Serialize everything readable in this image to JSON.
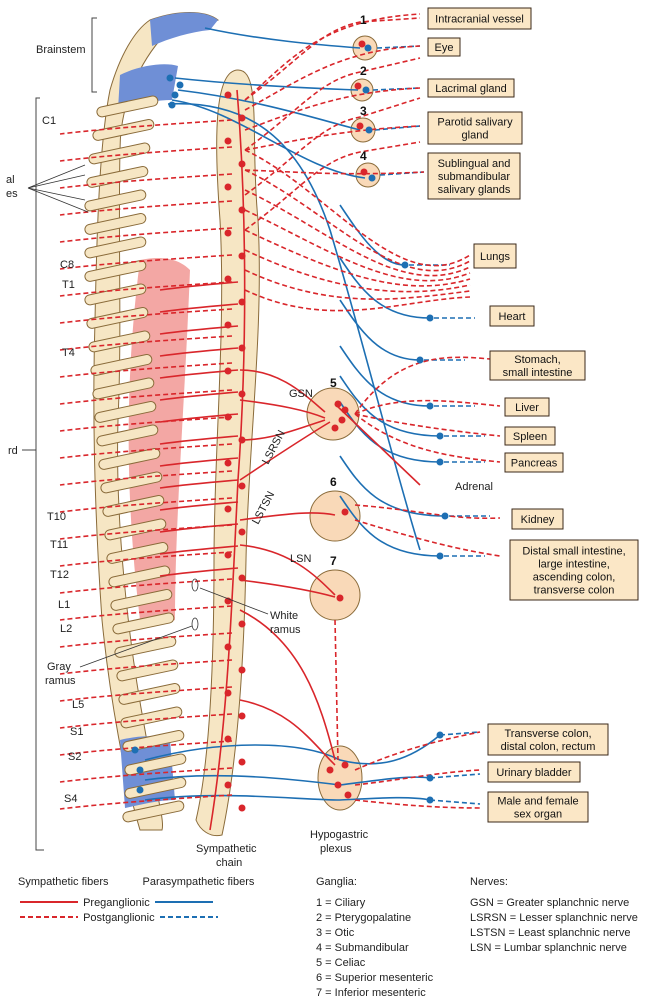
{
  "labels": {
    "brainstem": "Brainstem",
    "cranial_frag": "al",
    "cranial_frag2": "es",
    "cord_frag": "rd",
    "c1": "C1",
    "c8": "C8",
    "t1": "T1",
    "t4": "T4",
    "t10": "T10",
    "t11": "T11",
    "t12": "T12",
    "l1": "L1",
    "l2": "L2",
    "l5": "L5",
    "s1": "S1",
    "s2": "S2",
    "s4": "S4",
    "gray_ramus_1": "Gray",
    "gray_ramus_2": "ramus",
    "white_ramus_1": "White",
    "white_ramus_2": "ramus",
    "symp_chain_1": "Sympathetic",
    "symp_chain_2": "chain",
    "hypogastric_1": "Hypogastric",
    "hypogastric_2": "plexus",
    "gsn": "GSN",
    "lsrsn": "LSRSN",
    "lstsn": "LSTSN",
    "lsn": "LSN",
    "adrenal": "Adrenal"
  },
  "ganglion_numbers": [
    "1",
    "2",
    "3",
    "4",
    "5",
    "6",
    "7"
  ],
  "organs": {
    "intracranial": [
      "Intracranial vessel"
    ],
    "eye": [
      "Eye"
    ],
    "lacrimal": [
      "Lacrimal gland"
    ],
    "parotid": [
      "Parotid salivary",
      "gland"
    ],
    "sublingual": [
      "Sublingual and",
      "submandibular",
      "salivary glands"
    ],
    "lungs": [
      "Lungs"
    ],
    "heart": [
      "Heart"
    ],
    "stomach": [
      "Stomach,",
      "small intestine"
    ],
    "liver": [
      "Liver"
    ],
    "spleen": [
      "Spleen"
    ],
    "pancreas": [
      "Pancreas"
    ],
    "kidney": [
      "Kidney"
    ],
    "distal": [
      "Distal small intestine,",
      "large intestine,",
      "ascending colon,",
      "transverse colon"
    ],
    "transverse": [
      "Transverse colon,",
      "distal colon, rectum"
    ],
    "bladder": [
      "Urinary bladder"
    ],
    "sex": [
      "Male and female",
      "sex organ"
    ]
  },
  "legend": {
    "sympathetic": "Sympathetic fibers",
    "parasympathetic": "Parasympathetic fibers",
    "preganglionic": "Preganglionic",
    "postganglionic": "Postganglionic",
    "ganglia_title": "Ganglia:",
    "ganglia": [
      "1 = Ciliary",
      "2 = Pterygopalatine",
      "3 = Otic",
      "4 = Submandibular",
      "5 = Celiac",
      "6 = Superior mesenteric",
      "7 = Inferior mesenteric"
    ],
    "nerves_title": "Nerves:",
    "nerves": [
      "GSN = Greater splanchnic nerve",
      "LSRSN = Lesser splanchnic nerve",
      "LSTSN = Least splanchnic nerve",
      "LSN = Lumbar splanchnic nerve"
    ]
  },
  "colors": {
    "sympathetic": "#d9262b",
    "parasympathetic": "#1d6fb3",
    "spine": "#f6e6c4",
    "bone_outline": "#8a6b3a",
    "ganglion_fill": "#f9d9b8"
  }
}
